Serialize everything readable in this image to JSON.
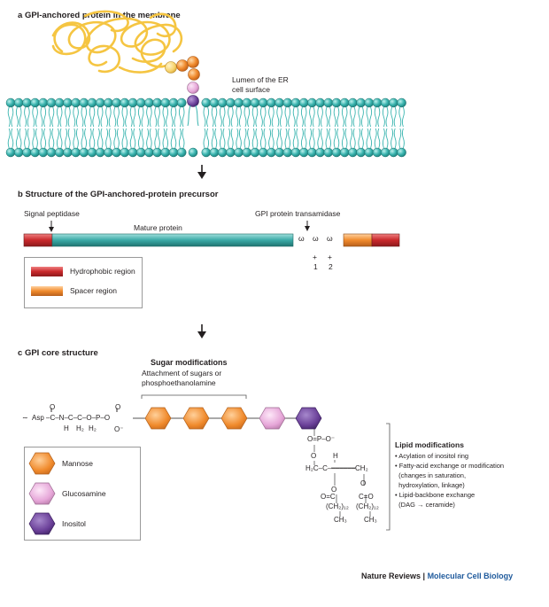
{
  "panel_a": {
    "letter": "a",
    "title": "GPI-anchored protein in the membrane",
    "lumen_line1": "Lumen of the ER",
    "lumen_line2": "cell surface"
  },
  "panel_b": {
    "letter": "b",
    "title": "Structure of the GPI-anchored-protein precursor",
    "signal_peptidase": "Signal peptidase",
    "mature_protein": "Mature protein",
    "transamidase": "GPI protein transamidase",
    "omega1": "ω",
    "omega2": "ω",
    "omega3": "ω",
    "plus1": "+",
    "plus2": "+",
    "num1": "1",
    "num2": "2",
    "legend": [
      {
        "label": "Hydrophobic region",
        "color": "#c8282b"
      },
      {
        "label": "Spacer region",
        "color": "#f08a2c"
      }
    ]
  },
  "panel_c": {
    "letter": "c",
    "title": "GPI core structure",
    "sugar_title": "Sugar modifications",
    "sugar_line1": "Attachment of sugars or",
    "sugar_line2": "phosphoethanolamine",
    "asp": "Asp",
    "lipid_title": "Lipid modifications",
    "lipid_items": [
      "• Acylation of inositol ring",
      "• Fatty-acid exchange or modification",
      "  (changes in saturation,",
      "  hydroxylation, linkage)",
      "• Lipid-backbone exchange",
      "  (DAG → ceramide)"
    ],
    "legend": [
      {
        "label": "Mannose",
        "color": "#f08a2c"
      },
      {
        "label": "Glucosamine",
        "color": "#e6a6d8"
      },
      {
        "label": "Inositol",
        "color": "#6a3f98"
      }
    ]
  },
  "credit": {
    "journal_prefix": "Nature Reviews",
    "separator": " | ",
    "journal_name": "Molecular Cell Biology"
  },
  "colors": {
    "lipid_head": "#3bb5b0",
    "mature_protein": "#3aa9a6",
    "protein_chain": "#f5c542"
  }
}
